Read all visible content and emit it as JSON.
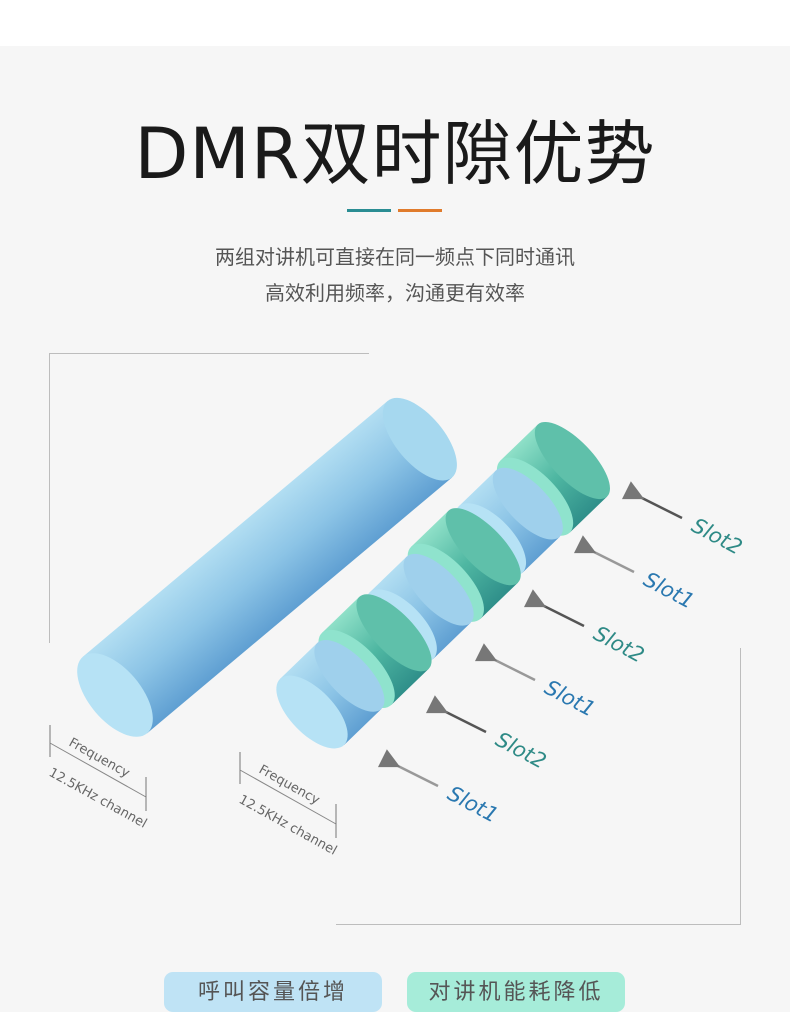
{
  "title": "DMR双时隙优势",
  "accent_colors": {
    "teal": "#2a8d93",
    "orange": "#e07b2c"
  },
  "subtitle": [
    "两组对讲机可直接在同一频点下同时通讯",
    "高效利用频率，沟通更有效率"
  ],
  "diagram": {
    "channel_labels": [
      {
        "top": "Frequency",
        "bottom": "12.5KHz channel"
      },
      {
        "top": "Frequency",
        "bottom": "12.5KHz channel"
      }
    ],
    "slots": [
      "Slot2",
      "Slot1",
      "Slot2",
      "Slot1",
      "Slot2",
      "Slot1"
    ]
  },
  "badges": [
    {
      "label": "呼叫容量倍增",
      "color": "#bfe3f5"
    },
    {
      "label": "对讲机能耗降低",
      "color": "#a6ecd9"
    }
  ]
}
